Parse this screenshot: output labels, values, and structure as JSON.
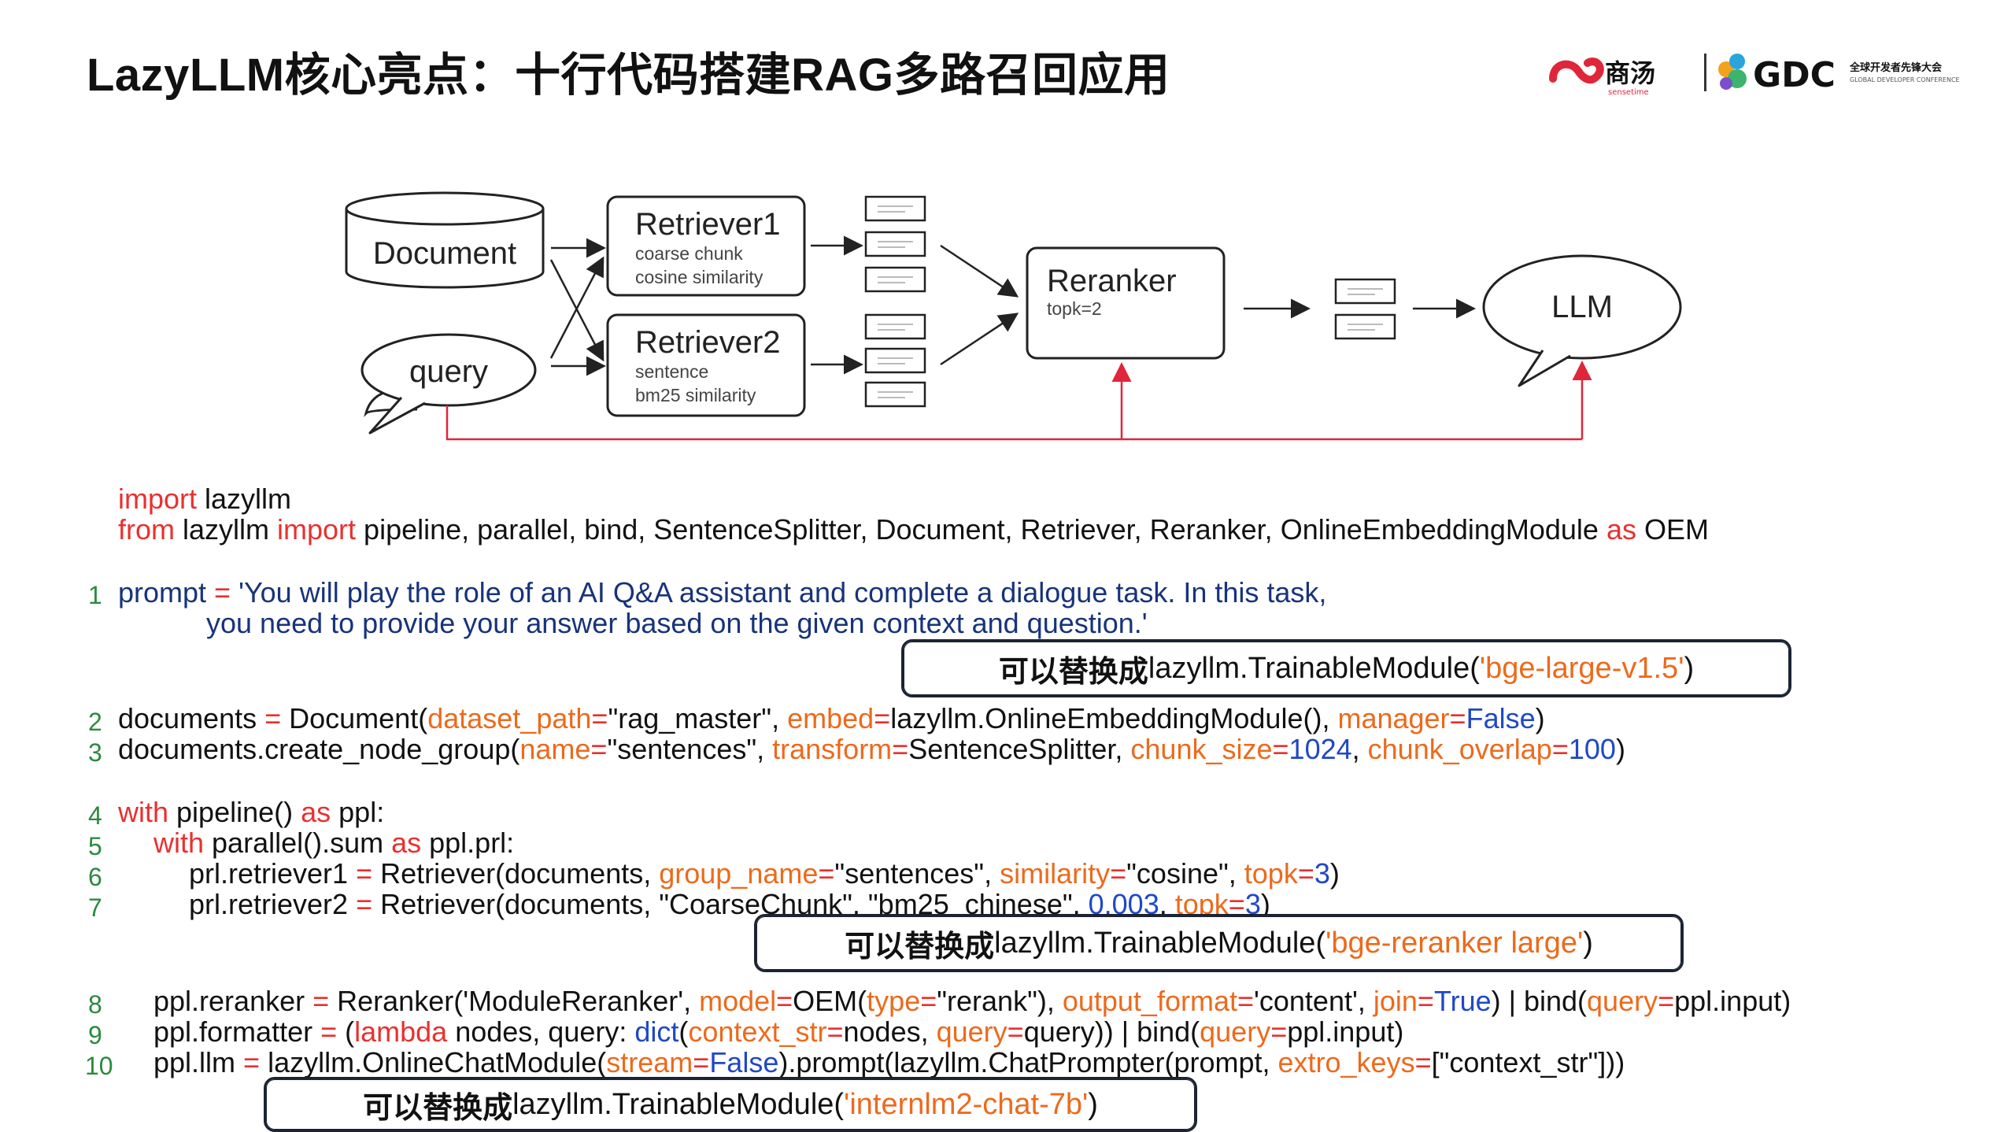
{
  "title": "LazyLLM核心亮点：十行代码搭建RAG多路召回应用",
  "logos": {
    "sensetime_cn": "商汤",
    "sensetime_en": "sensetime",
    "gdc": "GDC",
    "gdc_cn": "全球开发者先锋大会",
    "gdc_en": "GLOBAL DEVELOPER CONFERENCE"
  },
  "diagram": {
    "document": "Document",
    "query": "query",
    "retriever1": {
      "title": "Retriever1",
      "line1": "coarse chunk",
      "line2": "cosine similarity"
    },
    "retriever2": {
      "title": "Retriever2",
      "line1": "sentence",
      "line2": "bm25 similarity"
    },
    "reranker": {
      "title": "Reranker",
      "line1": "topk=2"
    },
    "llm": "LLM",
    "arrow_color": "#e0263a"
  },
  "code": {
    "import1": [
      "import",
      " lazyllm"
    ],
    "import2": [
      "from",
      " lazyllm ",
      "import",
      " pipeline, parallel, bind, SentenceSplitter, Document, Retriever, Reranker, OnlineEmbeddingModule ",
      "as",
      " OEM"
    ],
    "l1_num": "1",
    "l1a": [
      "prompt ",
      "=",
      " 'You will play the role of an AI Q&A assistant and complete a dialogue task. In this task,"
    ],
    "l1b": "you need to provide your answer based on the given context and question.'",
    "l2_num": "2",
    "l2": [
      "documents ",
      "=",
      " Document(",
      "dataset_path",
      "=",
      "\"rag_master\"",
      ", ",
      "embed",
      "=",
      "lazyllm.OnlineEmbeddingModule(), ",
      "manager",
      "=",
      "False",
      ")"
    ],
    "l3_num": "3",
    "l3": [
      "documents.create_node_group(",
      "name",
      "=",
      "\"sentences\"",
      ", ",
      "transform",
      "=",
      "SentenceSplitter, ",
      "chunk_size",
      "=",
      "1024",
      ", ",
      "chunk_overlap",
      "=",
      "100",
      ")"
    ],
    "l4_num": "4",
    "l4": [
      "with",
      " pipeline() ",
      "as",
      " ppl:"
    ],
    "l5_num": "5",
    "l5": [
      "with",
      " parallel().sum ",
      "as",
      " ppl.prl:"
    ],
    "l6_num": "6",
    "l6": [
      "prl.retriever1 ",
      "=",
      " Retriever(documents, ",
      "group_name",
      "=",
      "\"sentences\"",
      ", ",
      "similarity",
      "=",
      "\"cosine\"",
      ", ",
      "topk",
      "=",
      "3",
      ")"
    ],
    "l7_num": "7",
    "l7": [
      "prl.retriever2 ",
      "=",
      " Retriever(documents, \"CoarseChunk\", \"bm25_chinese\", ",
      "0.003",
      ", ",
      "topk",
      "=",
      "3",
      ")"
    ],
    "l8_num": "8",
    "l8": [
      "ppl.reranker ",
      "=",
      " Reranker('ModuleReranker', ",
      "model",
      "=",
      "OEM(",
      "type",
      "=",
      "\"rerank\"), ",
      "output_format",
      "=",
      "'content', ",
      "join",
      "=",
      "True",
      ") | bind(",
      "query",
      "=",
      "ppl.input)"
    ],
    "l9_num": "9",
    "l9": [
      "ppl.formatter ",
      "=",
      " (",
      "lambda",
      " nodes, query: ",
      "dict",
      "(",
      "context_str",
      "=",
      "nodes, ",
      "query",
      "=",
      "query)) | bind(",
      "query",
      "=",
      "ppl.input)"
    ],
    "l10_num": "10",
    "l10": [
      "ppl.llm ",
      "=",
      " lazyllm.OnlineChatModule(",
      "stream",
      "=",
      "False",
      ").prompt(lazyllm.ChatPrompter(prompt, ",
      "extro_keys",
      "=",
      "[\"context_str\"]))"
    ]
  },
  "callouts": {
    "c1": [
      "可以替换成",
      "lazyllm.TrainableModule(",
      "'",
      "bge-large-v1.5",
      "'",
      ")"
    ],
    "c2": [
      "可以替换成",
      "lazyllm.TrainableModule(",
      "'",
      "bge-reranker large",
      "'",
      ")"
    ],
    "c3": [
      "可以替换成",
      "lazyllm.TrainableModule(",
      "'",
      "internlm2-chat-7b",
      "'",
      ")"
    ]
  }
}
